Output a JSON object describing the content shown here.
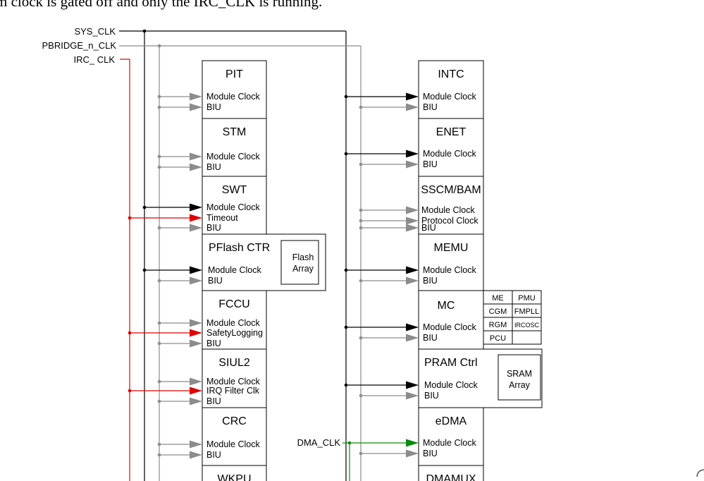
{
  "caption": "m clock is gated off and only the IRC_CLK is running.",
  "signals": {
    "sys_clk": "SYS_CLK",
    "pbridge_clk": "PBRIDGE_n_CLK",
    "irc_clk": "IRC_ CLK",
    "dma_clk": "DMA_CLK"
  },
  "colors": {
    "sys_clk": "#000000",
    "pbridge_clk": "#8c8c8c",
    "irc_clk": "#e00000",
    "dma_clk": "#0a8a0a"
  },
  "left_modules": [
    {
      "title": "PIT",
      "pins": [
        "Module Clock",
        "BIU"
      ]
    },
    {
      "title": "STM",
      "pins": [
        "Module Clock",
        "BIU"
      ]
    },
    {
      "title": "SWT",
      "pins": [
        "Module Clock",
        "Timeout",
        "BIU"
      ]
    },
    {
      "title": "PFlash CTR",
      "pins": [
        "Module Clock",
        "BIU"
      ],
      "sub": "Flash Array"
    },
    {
      "title": "FCCU",
      "pins": [
        "Module Clock",
        "SafetyLogging",
        "BIU"
      ]
    },
    {
      "title": "SIUL2",
      "pins": [
        "Module Clock",
        "IRQ Filter Clk",
        "BIU"
      ]
    },
    {
      "title": "CRC",
      "pins": [
        "Module Clock",
        "BIU"
      ]
    },
    {
      "title": "WKPU",
      "pins": []
    }
  ],
  "right_modules": [
    {
      "title": "INTC",
      "pins": [
        "Module Clock",
        "BIU"
      ]
    },
    {
      "title": "ENET",
      "pins": [
        "Module Clock",
        "BIU"
      ]
    },
    {
      "title": "SSCM/BAM",
      "pins": [
        "Module Clock",
        "Protocol Clock",
        "BIU"
      ]
    },
    {
      "title": "MEMU",
      "pins": [
        "Module Clock",
        "BIU"
      ]
    },
    {
      "title": "MC",
      "pins": [
        "Module Clock",
        "BIU"
      ],
      "grid": [
        "ME",
        "PMU",
        "CGM",
        "FMPLL",
        "RGM",
        "IRCOSC",
        "PCU",
        ""
      ]
    },
    {
      "title": "PRAM Ctrl",
      "pins": [
        "Module Clock",
        "BIU"
      ],
      "sub": "SRAM Array"
    },
    {
      "title": "eDMA",
      "pins": [
        "Module Clock",
        "BIU"
      ]
    },
    {
      "title": "DMAMUX",
      "pins": []
    }
  ]
}
